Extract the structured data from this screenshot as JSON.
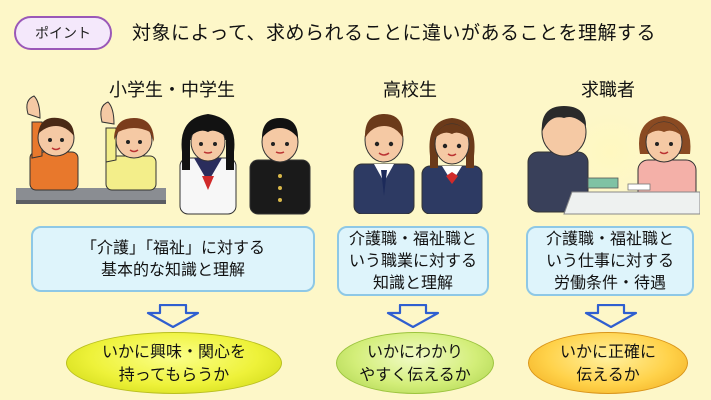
{
  "badge": "ポイント",
  "headline": "対象によって、求められることに違いがあることを理解する",
  "groups": [
    {
      "title": "小学生・中学生",
      "box_lines": [
        "「介護」「福祉」に対する",
        "基本的な知識と理解"
      ],
      "goal_lines": [
        "いかに興味・関心を",
        "持ってもらうか"
      ]
    },
    {
      "title": "高校生",
      "box_lines": [
        "介護職・福祉職と",
        "いう職業に対する",
        "知識と理解"
      ],
      "goal_lines": [
        "いかにわかり",
        "やすく伝えるか"
      ]
    },
    {
      "title": "求職者",
      "box_lines": [
        "介護職・福祉職と",
        "いう仕事に対する",
        "労働条件・待遇"
      ],
      "goal_lines": [
        "いかに正確に",
        "伝えるか"
      ]
    }
  ],
  "colors": {
    "background": "#fdf7c8",
    "badge_border": "#9a58b8",
    "box_fill": "#def4fb",
    "box_border": "#8ec8e6",
    "arrow": "#2f5fd0",
    "goal_1": "#eef23a",
    "goal_2": "#d3ee79",
    "goal_3": "#ffd24a"
  }
}
